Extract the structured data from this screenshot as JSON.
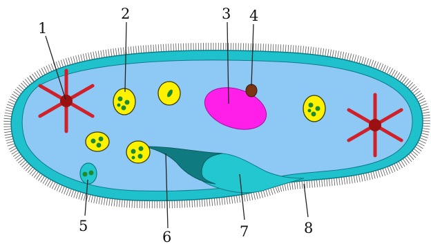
{
  "labels": [
    {
      "id": "1",
      "text": "1"
    },
    {
      "id": "2",
      "text": "2"
    },
    {
      "id": "3",
      "text": "3"
    },
    {
      "id": "4",
      "text": "4"
    },
    {
      "id": "5",
      "text": "5"
    },
    {
      "id": "6",
      "text": "6"
    },
    {
      "id": "7",
      "text": "7"
    },
    {
      "id": "8",
      "text": "8"
    }
  ],
  "colors": {
    "pellicle": "#1fc1cc",
    "pellicle_edge": "#0b7c86",
    "cytoplasm": "#8ec8f5",
    "contractile_vacuole": "#9b1010",
    "contractile_rays": "#d0202a",
    "food_vacuole": "#fff200",
    "food_particles": "#1d8a2e",
    "macronucleus": "#ff1fe8",
    "micronucleus": "#7a3414",
    "gullet": "#0f7a7f",
    "oral_groove": "#22c7d0",
    "cilia": "#555555"
  }
}
